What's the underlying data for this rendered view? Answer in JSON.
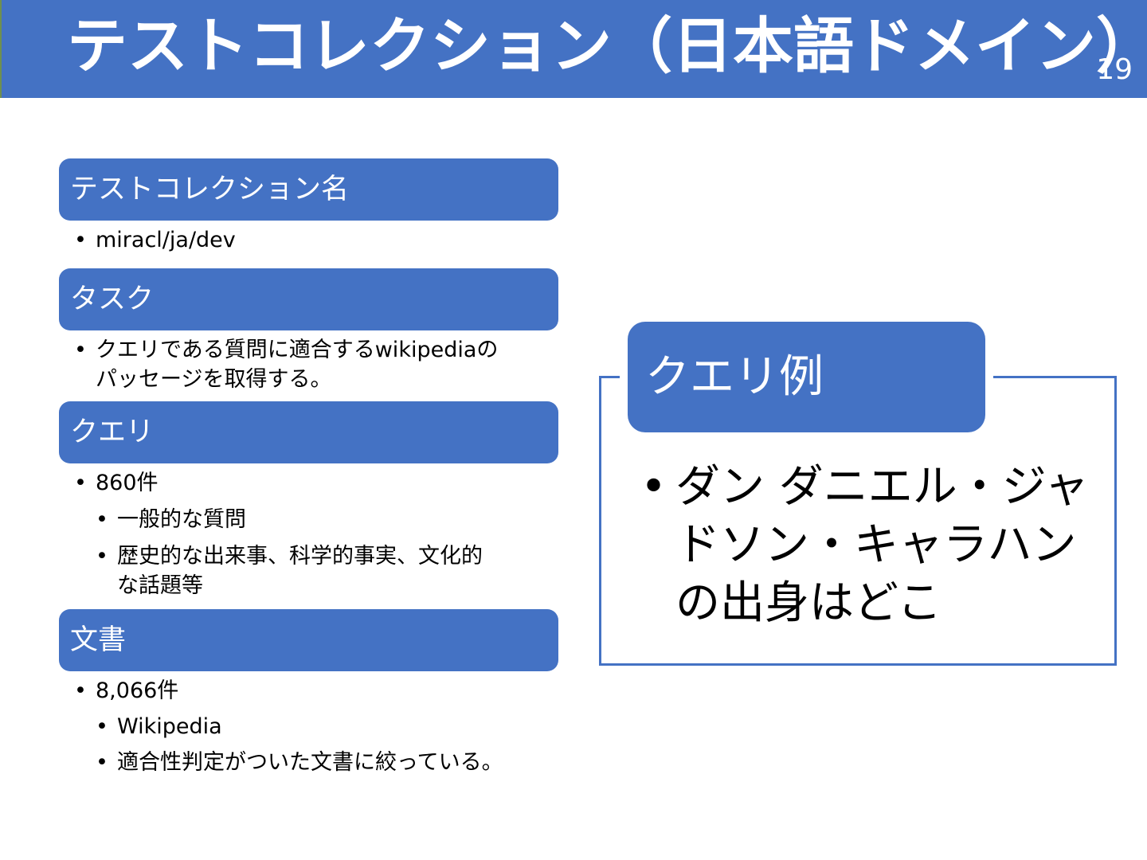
{
  "slide": {
    "title": "テストコレクション（日本語ドメイン）",
    "page_number": "19"
  },
  "sections": [
    {
      "label": "テストコレクション名",
      "items": [
        {
          "level": 1,
          "text": "miracl/ja/dev"
        }
      ]
    },
    {
      "label": "タスク",
      "items": [
        {
          "level": 1,
          "line1": "クエリである質問に適合するwikipediaの",
          "line2": "パッセージを取得する。"
        }
      ]
    },
    {
      "label": "クエリ",
      "items": [
        {
          "level": 1,
          "text": "860件"
        },
        {
          "level": 2,
          "text": "一般的な質問"
        },
        {
          "level": 2,
          "line1": "歴史的な出来事、科学的事実、文化的",
          "line2": "な話題等"
        }
      ]
    },
    {
      "label": "文書",
      "items": [
        {
          "level": 1,
          "text": "8,066件"
        },
        {
          "level": 2,
          "text": "Wikipedia"
        },
        {
          "level": 2,
          "text": "適合性判定がついた文書に絞っている。"
        }
      ]
    }
  ],
  "query_example": {
    "header": "クエリ例",
    "lines": [
      "ダン ダニエル・ジャ",
      "ドソン・キャラハン",
      "の出身はどこ"
    ]
  },
  "bullet_glyph": "•",
  "colors": {
    "accent": "#4472c4",
    "text": "#000000",
    "on_accent": "#ffffff"
  }
}
